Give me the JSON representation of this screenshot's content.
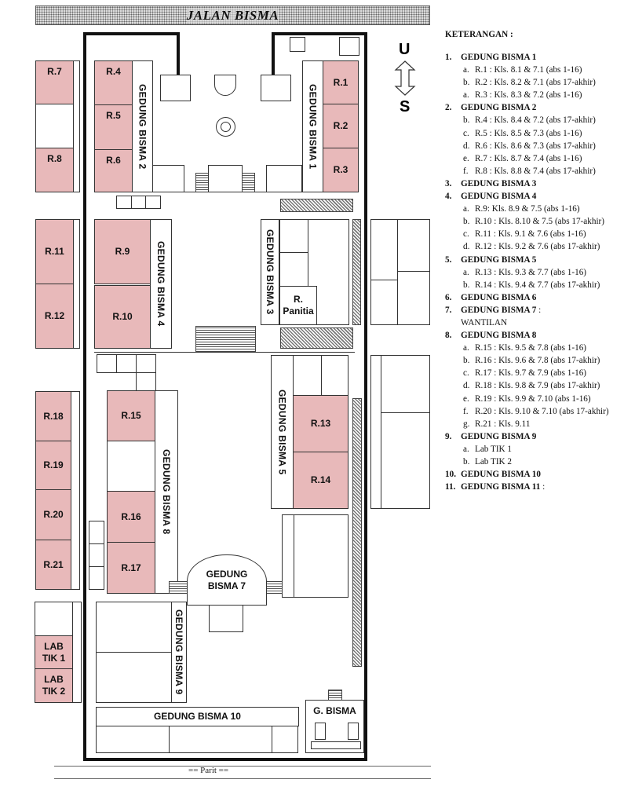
{
  "road_label": "JALAN BISMA",
  "compass": {
    "north": "U",
    "south": "S"
  },
  "rooms": {
    "r1": "R.1",
    "r2": "R.2",
    "r3": "R.3",
    "r4": "R.4",
    "r5": "R.5",
    "r6": "R.6",
    "r7": "R.7",
    "r8": "R.8",
    "r9": "R.9",
    "r10": "R.10",
    "r11": "R.11",
    "r12": "R.12",
    "r13": "R.13",
    "r14": "R.14",
    "r15": "R.15",
    "r16": "R.16",
    "r17": "R.17",
    "r18": "R.18",
    "r19": "R.19",
    "r20": "R.20",
    "r21": "R.21",
    "panitia": "R. Panitia",
    "lab1": "LAB TIK 1",
    "lab2": "LAB TIK 2"
  },
  "buildings": {
    "gb1": "GEDUNG  BISMA 1",
    "gb2": "GEDUNG  BISMA 2",
    "gb3": "GEDUNG BISMA 3",
    "gb4": "GEDUNG BISMA 4",
    "gb5": "GEDUNG BISMA 5",
    "gb7": "GEDUNG BISMA 7",
    "gb8": "GEDUNG BISMA 8",
    "gb9": "GEDUNG BISMA 9",
    "gb10": "GEDUNG BISMA 10",
    "gbisma": "G. BISMA"
  },
  "ditch_label": "== Parit ==",
  "colors": {
    "room": "#e8b9ba",
    "wall": "#111111"
  },
  "legend": {
    "title": "KETERANGAN :",
    "items": [
      {
        "num": "1.",
        "title": "GEDUNG BISMA 1",
        "subs": [
          {
            "letter": "a.",
            "text": "R.1 : Kls. 8.1 & 7.1 (abs 1-16)"
          },
          {
            "letter": "b.",
            "text": "R.2 : Kls. 8.2 & 7.1 (abs 17-akhir)"
          },
          {
            "letter": "a.",
            "text": "R.3 : Kls. 8.3 & 7.2 (abs 1-16)"
          }
        ]
      },
      {
        "num": "2.",
        "title": "GEDUNG BISMA 2",
        "subs": [
          {
            "letter": "b.",
            "text": "R.4 : Kls. 8.4 & 7.2 (abs 17-akhir)"
          },
          {
            "letter": "c.",
            "text": "R.5 : Kls. 8.5 & 7.3 (abs 1-16)"
          },
          {
            "letter": "d.",
            "text": "R.6 : Kls. 8.6 & 7.3 (abs 17-akhir)"
          },
          {
            "letter": "e.",
            "text": "R.7 : Kls. 8.7 & 7.4 (abs 1-16)"
          },
          {
            "letter": "f.",
            "text": "R.8 : Kls. 8.8 & 7.4 (abs 17-akhir)"
          }
        ]
      },
      {
        "num": "3.",
        "title": "GEDUNG BISMA 3",
        "subs": []
      },
      {
        "num": "4.",
        "title": "GEDUNG BISMA 4",
        "subs": [
          {
            "letter": "a.",
            "text": "R.9: Kls. 8.9 & 7.5 (abs 1-16)"
          },
          {
            "letter": "b.",
            "text": "R.10 : Kls. 8.10 & 7.5 (abs 17-akhir)"
          },
          {
            "letter": "c.",
            "text": "R.11 : Kls. 9.1 & 7.6 (abs 1-16)"
          },
          {
            "letter": "d.",
            "text": "R.12 : Kls. 9.2 & 7.6 (abs 17-akhir)"
          }
        ]
      },
      {
        "num": "5.",
        "title": "GEDUNG BISMA 5",
        "subs": [
          {
            "letter": "a.",
            "text": "R.13 : Kls. 9.3 & 7.7 (abs 1-16)"
          },
          {
            "letter": "b.",
            "text": "R.14 : Kls. 9.4 & 7.7 (abs 17-akhir)"
          }
        ]
      },
      {
        "num": "6.",
        "title": "GEDUNG BISMA 6",
        "subs": []
      },
      {
        "num": "7.",
        "title": "GEDUNG BISMA 7",
        "suffix": " :",
        "note": "WANTILAN",
        "subs": []
      },
      {
        "num": "8.",
        "title": "GEDUNG BISMA 8",
        "subs": [
          {
            "letter": "a.",
            "text": "R.15 : Kls. 9.5 & 7.8 (abs 1-16)"
          },
          {
            "letter": "b.",
            "text": "R.16 : Kls. 9.6 & 7.8 (abs 17-akhir)"
          },
          {
            "letter": "c.",
            "text": "R.17 : Kls. 9.7 & 7.9 (abs 1-16)"
          },
          {
            "letter": "d.",
            "text": "R.18 : Kls. 9.8 & 7.9 (abs 17-akhir)"
          },
          {
            "letter": "e.",
            "text": "R.19 : Kls. 9.9 & 7.10 (abs 1-16)"
          },
          {
            "letter": "f.",
            "text": "R.20 : Kls. 9.10 & 7.10 (abs 17-akhir)"
          },
          {
            "letter": "g.",
            "text": "R.21 : Kls. 9.11"
          }
        ]
      },
      {
        "num": "9.",
        "title": "GEDUNG BISMA 9",
        "subs": [
          {
            "letter": "a.",
            "text": "Lab TIK 1"
          },
          {
            "letter": "b.",
            "text": "Lab TIK 2"
          }
        ]
      },
      {
        "num": "10.",
        "title": "GEDUNG BISMA 10",
        "subs": []
      },
      {
        "num": "11.",
        "title": "GEDUNG BISMA 11",
        "suffix": " :",
        "subs": []
      }
    ]
  }
}
